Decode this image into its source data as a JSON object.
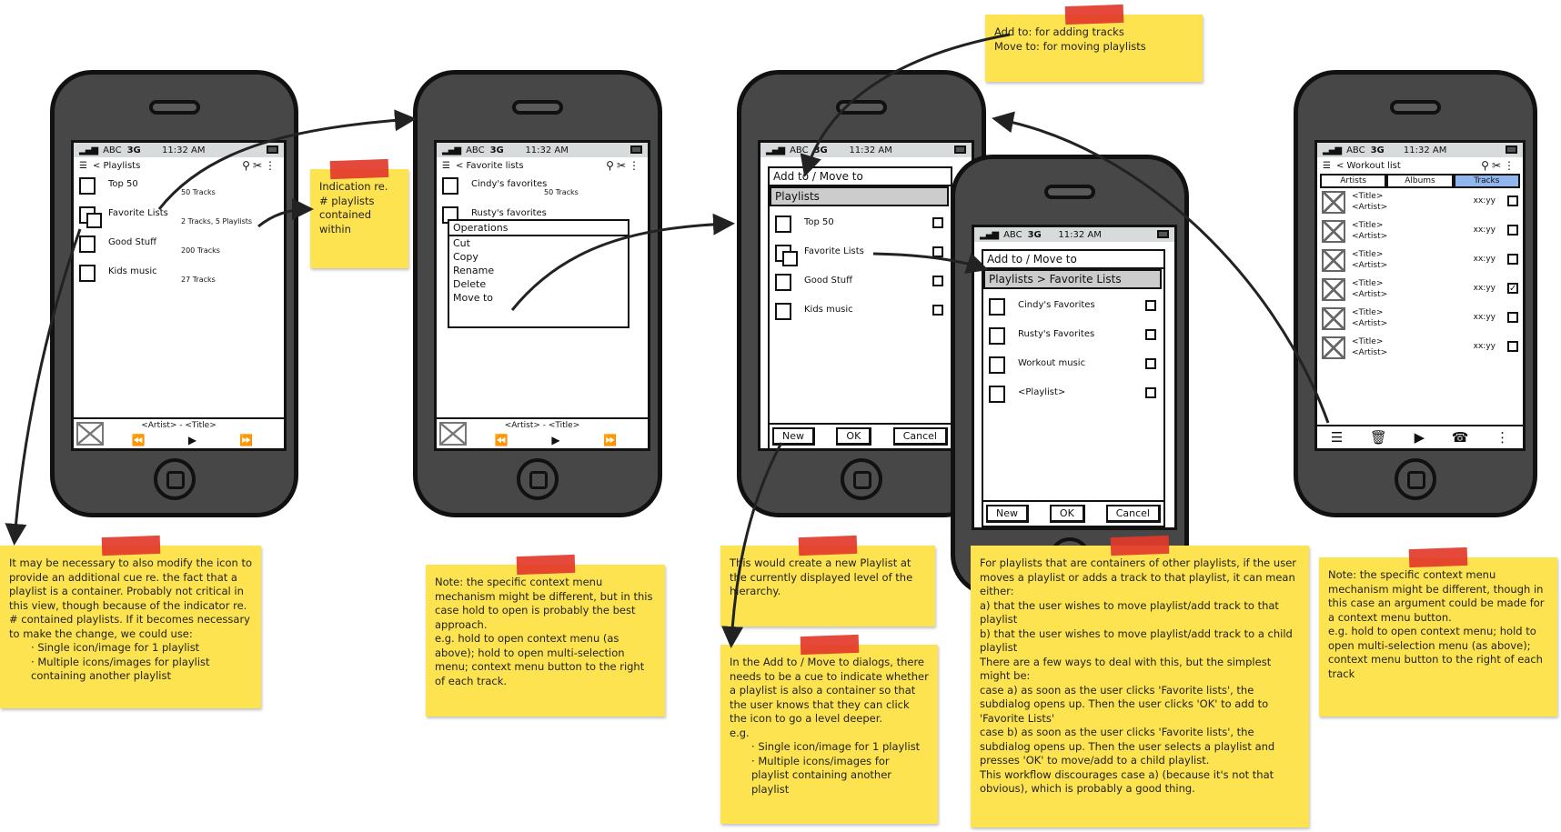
{
  "status": {
    "carrier": "ABC",
    "network": "3G",
    "time": "11:32 AM"
  },
  "phone1": {
    "nav": "< Playlists",
    "items": [
      {
        "title": "Top 50",
        "sub": "50 Tracks"
      },
      {
        "title": "Favorite Lists",
        "sub": "2 Tracks, 5 Playlists",
        "multi": true
      },
      {
        "title": "Good Stuff",
        "sub": "200 Tracks"
      },
      {
        "title": "Kids music",
        "sub": "27 Tracks"
      }
    ],
    "player": "<Artist> - <Title>"
  },
  "phone2": {
    "nav": "< Favorite lists",
    "items": [
      {
        "title": "Cindy's favorites",
        "sub": "50 Tracks"
      },
      {
        "title": "Rusty's favorites",
        "sub": ""
      }
    ],
    "menu": {
      "title": "Operations",
      "items": [
        "Cut",
        "Copy",
        "Rename",
        "Delete",
        "Move to"
      ]
    },
    "player": "<Artist> - <Title>"
  },
  "phone3": {
    "dialog": {
      "title": "Add to / Move to",
      "breadcrumb": "Playlists",
      "items": [
        {
          "title": "Top 50"
        },
        {
          "title": "Favorite Lists",
          "multi": true
        },
        {
          "title": "Good Stuff"
        },
        {
          "title": "Kids music"
        }
      ],
      "buttons": [
        "New",
        "OK",
        "Cancel"
      ]
    }
  },
  "phone4": {
    "dialog": {
      "title": "Add to / Move to",
      "breadcrumb": "Playlists > Favorite Lists",
      "items": [
        {
          "title": "Cindy's Favorites"
        },
        {
          "title": "Rusty's Favorites"
        },
        {
          "title": "Workout music"
        },
        {
          "title": "<Playlist>"
        }
      ],
      "buttons": [
        "New",
        "OK",
        "Cancel"
      ]
    }
  },
  "phone5": {
    "nav": "< Workout list",
    "tabs": [
      "Artists",
      "Albums",
      "Tracks"
    ],
    "active_tab": 2,
    "tracks": [
      {
        "title": "<Title>",
        "artist": "<Artist>",
        "duration": "xx:yy",
        "checked": false
      },
      {
        "title": "<Title>",
        "artist": "<Artist>",
        "duration": "xx:yy",
        "checked": false
      },
      {
        "title": "<Title>",
        "artist": "<Artist>",
        "duration": "xx:yy",
        "checked": false
      },
      {
        "title": "<Title>",
        "artist": "<Artist>",
        "duration": "xx:yy",
        "checked": true
      },
      {
        "title": "<Title>",
        "artist": "<Artist>",
        "duration": "xx:yy",
        "checked": false
      },
      {
        "title": "<Title>",
        "artist": "<Artist>",
        "duration": "xx:yy",
        "checked": false
      }
    ]
  },
  "notes": {
    "indication": "Indication re.\n# playlists\ncontained\nwithin",
    "add_move": "Add to: for adding tracks\nMove to: for moving playlists",
    "icon_note": "It may be necessary to also modify the icon to provide an additional cue re. the fact that a playlist is a container.  Probably not critical in this view, though because of the indicator re. # contained playlists. If it becomes necessary to make the change, we could use:",
    "icon_note_bullets": [
      "Single icon/image for 1 playlist",
      "Multiple icons/images for playlist containing another playlist"
    ],
    "context_note": "Note: the specific context menu mechanism might be different, but in this case hold to open is probably the best approach.\ne.g. hold to open context menu (as above); hold to open multi-selection menu; context menu button to the right of each track.",
    "new_note": "This would create a new Playlist at the currently displayed level of the hierarchy.",
    "dialog_note": "In the Add to / Move to dialogs, there needs to be a cue to indicate whether a playlist is also a container so that the user knows that they can click the icon to go a level deeper.\ne.g.",
    "dialog_note_bullets": [
      "Single icon/image for 1 playlist",
      "Multiple icons/images for playlist containing another playlist"
    ],
    "container_note": "For playlists that are containers of other playlists, if the user moves a playlist or adds a track to that playlist, it can mean either:\na) that the user wishes to move playlist/add track to that playlist\nb) that the user wishes to move playlist/add track to a child playlist\nThere are a few ways to deal with this, but the simplest might be:\ncase a) as soon as the user clicks 'Favorite lists', the subdialog opens up.  Then the user clicks 'OK' to add to 'Favorite Lists'\ncase b) as soon as the user clicks 'Favorite lists', the subdialog opens up.  Then the user selects a playlist and presses 'OK' to move/add to a child playlist.\nThis workflow discourages case a) (because it's not that obvious), which is probably a good thing.",
    "context_note2": "Note: the specific context menu mechanism might be different, though in this case an argument could be made for a context menu button.\ne.g. hold to open context menu; hold to open multi-selection menu (as above); context menu button to the right of each track"
  },
  "colors": {
    "sticky": "#fde34f",
    "tape": "#e23a2a",
    "active_tab": "#8fb6ee",
    "phone": "#474747"
  }
}
